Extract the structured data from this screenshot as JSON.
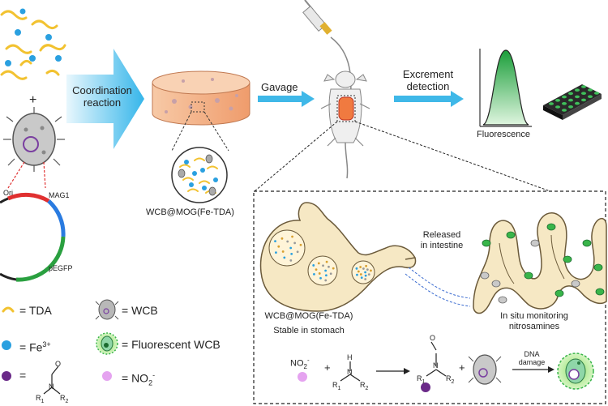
{
  "labels": {
    "coordination": [
      "Coordination",
      "reaction"
    ],
    "gavage": "Gavage",
    "excrement": [
      "Excrement",
      "detection"
    ],
    "fluorescence": "Fluorescence",
    "wcb_mog_top": "WCB@MOG(Fe-TDA)",
    "wcb_mog_stomach": "WCB@MOG(Fe-TDA)",
    "stable": "Stable in stomach",
    "released": [
      "Released",
      "in intestine"
    ],
    "in_situ": [
      "In situ monitoring",
      "nitrosamines"
    ],
    "dna_damage": [
      "DNA",
      "damage"
    ],
    "plasmid": {
      "ori": "Ori",
      "mag1": "MAG1",
      "pegfp": "pEGFP"
    },
    "plus": "+",
    "no2_reaction": "NO",
    "no2_sub": "2",
    "no2_sup": "-",
    "amine": {
      "h": "H",
      "n": "N",
      "r1": "R",
      "r1_sub": "1",
      "r2": "R",
      "r2_sub": "2"
    },
    "nitroso": {
      "o": "O",
      "n": "N",
      "r1": "R",
      "r1_sub": "1",
      "r2": "R",
      "r2_sub": "2"
    }
  },
  "legend": [
    {
      "icon": "tda-strand-icon",
      "text": "= TDA"
    },
    {
      "icon": "fe-ion-icon",
      "text": "= Fe",
      "sup": "3+"
    },
    {
      "icon": "nitrosamine-icon",
      "text": "="
    },
    {
      "icon": "wcb-cell-icon",
      "text": "= WCB"
    },
    {
      "icon": "fluorescent-wcb-icon",
      "text": "= Fluorescent WCB"
    },
    {
      "icon": "nitrite-icon",
      "text": "= NO",
      "sub": "2",
      "sup": "-"
    }
  ],
  "colors": {
    "tda": "#f2c230",
    "fe": "#2aa0e0",
    "nitrosamine": "#6a2a88",
    "nitrite": "#e5a3f0",
    "arrow": "#3fb8e8",
    "wcb": "#a0a0a0",
    "fluorescent": "#39b54a",
    "tissue": "#f6e8c4",
    "cylinder": "#f2b48a"
  }
}
